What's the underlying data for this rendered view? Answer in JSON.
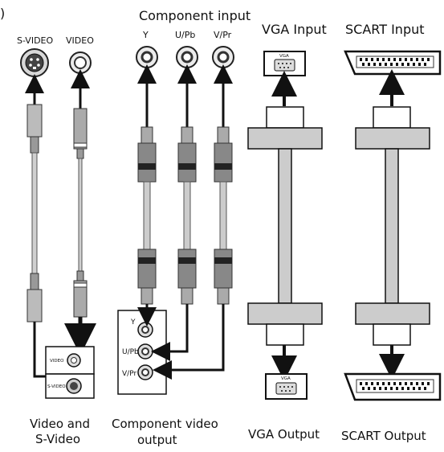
{
  "figure": {
    "paren": ")",
    "headings": {
      "component_input": "Component  input",
      "vga_input": "VGA Input",
      "scart_input": "SCART Input"
    },
    "jack_labels": {
      "svideo": "S-VIDEO",
      "video": "VIDEO",
      "y": "Y",
      "pb": "U/Pb",
      "pr": "V/Pr"
    },
    "output_labels": {
      "y": "Y",
      "pb": "U/Pb",
      "pr": "V/Pr",
      "video_small": "VIDEO",
      "svideo_small": "S-VIDEO",
      "vga_small_top": "VGA",
      "vga_small_bottom": "VGA"
    },
    "captions": {
      "video_line1": "Video and",
      "video_line2": "S-Video",
      "component_line1": "Component video",
      "component_line2": "output",
      "vga_output": "VGA Output",
      "scart_output": "SCART Output"
    }
  }
}
